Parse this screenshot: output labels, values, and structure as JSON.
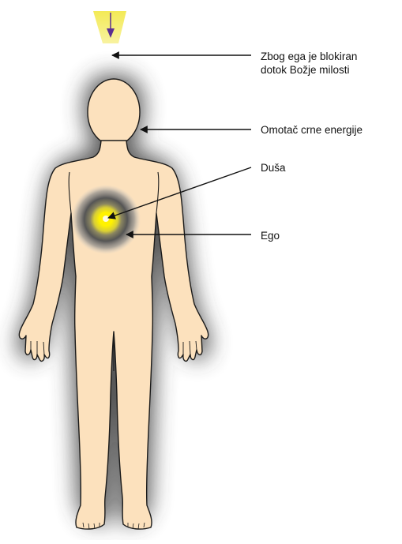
{
  "labels": {
    "blocked_line1": "Zbog ega je blokiran",
    "blocked_line2": "dotok Božje milosti",
    "black_energy_shell": "Omotač crne energije",
    "soul": "Duša",
    "ego": "Ego"
  },
  "colors": {
    "skin": "#FCE1BD",
    "outline": "#1a1a1a",
    "aura": "#3a3a3a",
    "soul_light": "#FFF200",
    "grace_beam": "#F5EE66",
    "grace_arrow": "#5A2D91",
    "annotation_arrow": "#111111"
  },
  "icons": {
    "grace_arrow": "down-arrow-icon",
    "pointer": "left-arrow-icon"
  }
}
